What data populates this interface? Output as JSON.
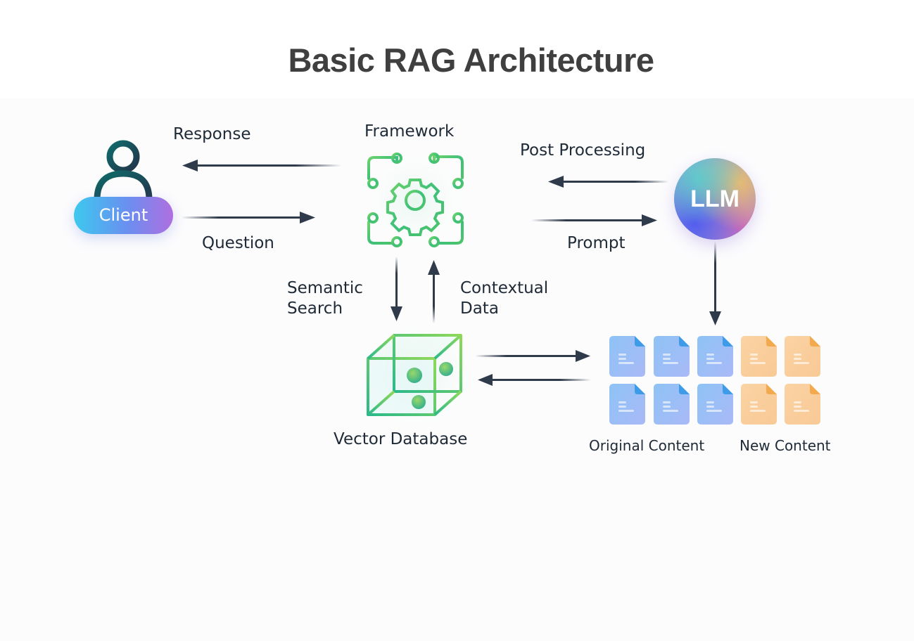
{
  "title": "Basic RAG Architecture",
  "nodes": {
    "client": {
      "label": "Client",
      "icon": "user-icon"
    },
    "framework": {
      "label": "Framework",
      "icon": "gear-circuit-icon"
    },
    "llm": {
      "label": "LLM"
    },
    "vector_db": {
      "label": "Vector Database",
      "icon": "cube-icon"
    },
    "original_content": {
      "label": "Original Content",
      "icon": "document-icon",
      "count": 6,
      "color": "#7fb8f2"
    },
    "new_content": {
      "label": "New Content",
      "icon": "document-icon",
      "count": 4,
      "color": "#f8c995"
    }
  },
  "edges": {
    "response": "Response",
    "question": "Question",
    "post_processing": "Post Processing",
    "prompt": "Prompt",
    "semantic_search_line1": "Semantic",
    "semantic_search_line2": "Search",
    "contextual_data_line1": "Contextual",
    "contextual_data_line2": "Data"
  },
  "colors": {
    "arrow": "#2f3a4a",
    "framework_green": "#4cc46a",
    "cube_green": "#3cbf7a",
    "title": "#3f3f3f"
  }
}
